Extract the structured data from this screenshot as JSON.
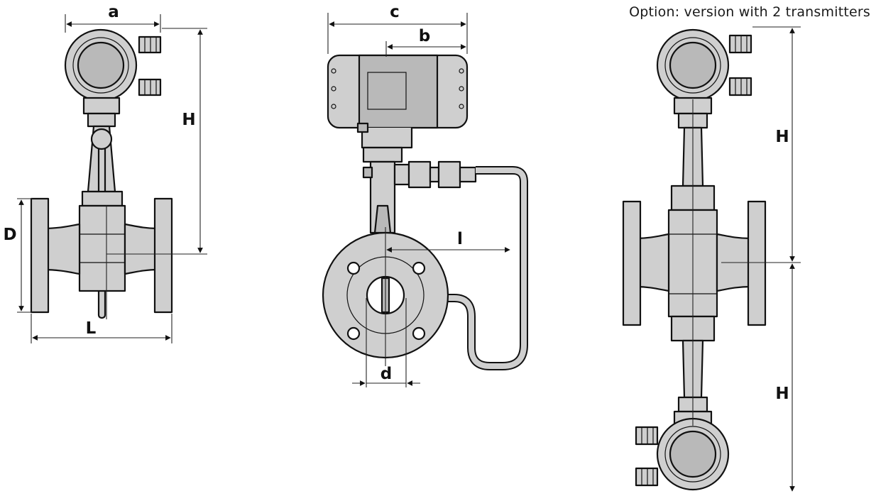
{
  "caption": "Option: version with 2 transmitters",
  "dimensions": {
    "a": "a",
    "b": "b",
    "c": "c",
    "d": "d",
    "l": "l",
    "D": "D",
    "L": "L",
    "H_left": "H",
    "H_right_top": "H",
    "H_right_bottom": "H"
  }
}
